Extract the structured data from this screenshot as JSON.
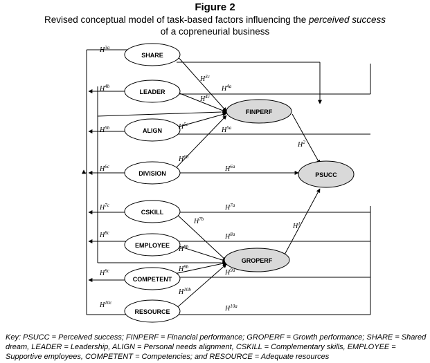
{
  "figure": {
    "title": "Figure 2",
    "caption_part1": "Revised conceptual model of task-based factors influencing the ",
    "caption_italic": "perceived success",
    "caption_part2": "of a copreneurial business"
  },
  "nodes": {
    "share": "SHARE",
    "leader": "LEADER",
    "align": "ALIGN",
    "division": "DIVISION",
    "cskill": "CSKILL",
    "employee": "EMPLOYEE",
    "competent": "COMPETENT",
    "resource": "RESOURCE",
    "finperf": "FINPERF",
    "groperf": "GROPERF",
    "psucc": "PSUCC"
  },
  "node_colors": {
    "outcome_fill": "#d9d9d9",
    "predictor_fill": "#ffffff",
    "stroke": "#000000"
  },
  "hypotheses": {
    "h3a": {
      "base": "H",
      "sup": "3a"
    },
    "h3c": {
      "base": "H",
      "sup": "3c"
    },
    "h4b": {
      "base": "H",
      "sup": "4b"
    },
    "h4a": {
      "base": "H",
      "sup": "4a"
    },
    "h4c": {
      "base": "H",
      "sup": "4c"
    },
    "h5c": {
      "base": "H",
      "sup": "5c"
    },
    "h5b": {
      "base": "H",
      "sup": "5b"
    },
    "h5a": {
      "base": "H",
      "sup": "5a"
    },
    "h2": {
      "base": "H",
      "sup": "2"
    },
    "h6b": {
      "base": "H",
      "sup": "6b"
    },
    "h6c": {
      "base": "H",
      "sup": "6c"
    },
    "h6a": {
      "base": "H",
      "sup": "6a"
    },
    "h7c": {
      "base": "H",
      "sup": "7c"
    },
    "h7a": {
      "base": "H",
      "sup": "7a"
    },
    "h7b": {
      "base": "H",
      "sup": "7b"
    },
    "h1": {
      "base": "H",
      "sup": "1"
    },
    "h8c": {
      "base": "H",
      "sup": "8c"
    },
    "h8a": {
      "base": "H",
      "sup": "8a"
    },
    "h8b": {
      "base": "H",
      "sup": "8b"
    },
    "h9c": {
      "base": "H",
      "sup": "9c"
    },
    "h9b": {
      "base": "H",
      "sup": "9b"
    },
    "h9a": {
      "base": "H",
      "sup": "9a"
    },
    "h10b": {
      "base": "H",
      "sup": "10b"
    },
    "h10c": {
      "base": "H",
      "sup": "10c"
    },
    "h10a": {
      "base": "H",
      "sup": "10a"
    }
  },
  "key": {
    "text": "Key: PSUCC = Perceived success; FINPERF = Financial performance; GROPERF = Growth performance; SHARE = Shared dream, LEADER = Leadership, ALIGN = Personal needs alignment, CSKILL = Complementary skills, EMPLOYEE = Supportive employees, COMPETENT = Competencies; and RESOURCE = Adequate resources"
  }
}
